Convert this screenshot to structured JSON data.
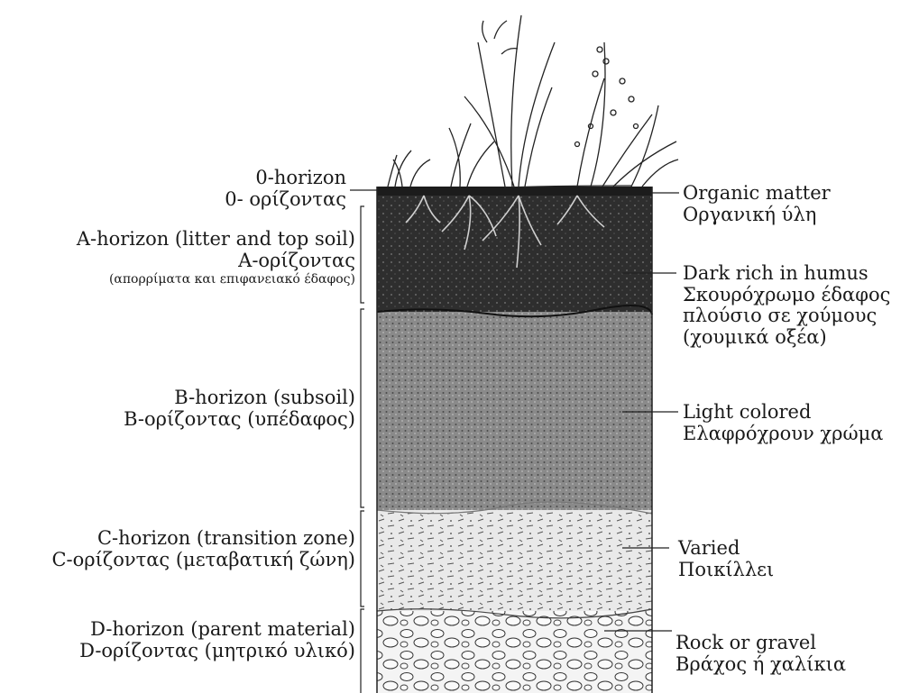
{
  "colors": {
    "ink": "#1a1a1a",
    "o_horizon": "#1c1c1c",
    "a_horizon": "#2e2e2e",
    "b_horizon": "#8a8a8a",
    "c_horizon": "#e2e2e2",
    "d_horizon": "#f2f2f2"
  },
  "left_labels": {
    "o_horizon": {
      "en": "0-horizon",
      "el": "0- ορίζοντας"
    },
    "a_horizon": {
      "en": "A-horizon (litter and top soil)",
      "el": "A-ορίζοντας",
      "el_note": "(απορρίματα και επιφανειακό έδαφος)"
    },
    "b_horizon": {
      "en": "B-horizon (subsoil)",
      "el": "B-ορίζοντας (υπέδαφος)"
    },
    "c_horizon": {
      "en": "C-horizon (transition zone)",
      "el": "C-ορίζοντας (μεταβατική ζώνη)"
    },
    "d_horizon": {
      "en": "D-horizon (parent material)",
      "el": "D-ορίζοντας (μητρικό υλικό)"
    }
  },
  "right_labels": {
    "organic": {
      "en": "Organic matter",
      "el": "Οργανική ύλη"
    },
    "dark": {
      "en": "Dark rich in humus",
      "el": "Σκουρόχρωμο έδαφος",
      "el2": "πλούσιο σε χούμους",
      "el3": "(χουμικά οξέα)"
    },
    "light": {
      "en": "Light colored",
      "el": "Ελαφρόχρουν χρώμα"
    },
    "varied": {
      "en": "Varied",
      "el": "Ποικίλλει"
    },
    "rock": {
      "en": "Rock or gravel",
      "el": "Βράχος ή χαλίκια"
    }
  }
}
